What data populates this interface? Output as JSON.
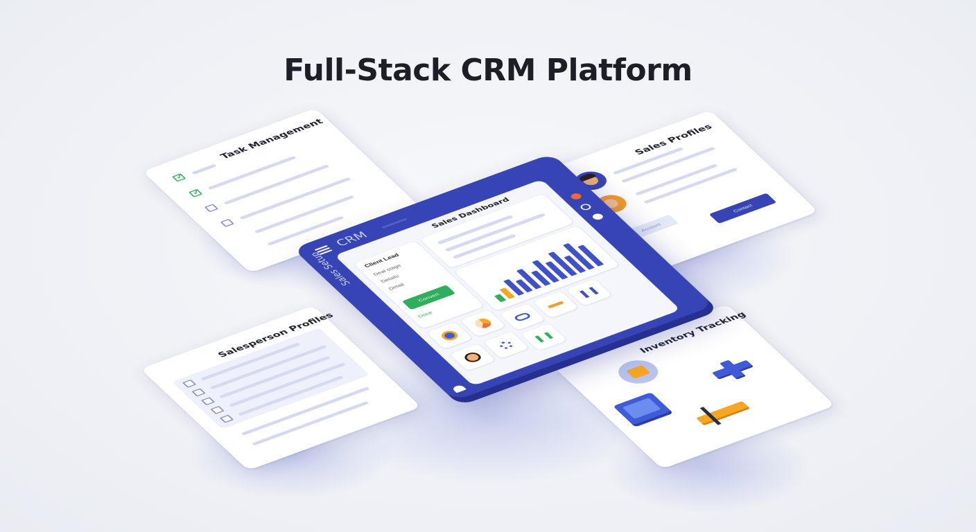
{
  "title": "Full-Stack CRM Platform",
  "cards": {
    "task": {
      "label": "Task Management"
    },
    "sales_profile": {
      "label": "Sales Profiles",
      "secondary_button": "Account",
      "primary_button": "Contact"
    },
    "salesperson": {
      "label": "Salesperson Profiles"
    },
    "inventory": {
      "label": "Inventory Tracking"
    }
  },
  "crm": {
    "brand": "CRM",
    "side_title": "Sales Setup",
    "dashboard_title": "Sales Dashboard",
    "deal_title": "Client Lead",
    "deal_line1": "Deal stage",
    "deal_line2": "Details",
    "deal_tag": "Detail",
    "cta_label": "Convert",
    "status_label": "Done"
  },
  "chart_data": {
    "type": "bar",
    "values": [
      6,
      9,
      14,
      11,
      18,
      13,
      20,
      16,
      22,
      15,
      24,
      19
    ],
    "colors": [
      "#2fae5b",
      "#f5a623",
      "#3f51c8"
    ]
  },
  "colors": {
    "brand": "#3644b5",
    "accent_green": "#2fae5b",
    "accent_orange": "#f39a2b",
    "accent_red": "#f06b3c"
  }
}
